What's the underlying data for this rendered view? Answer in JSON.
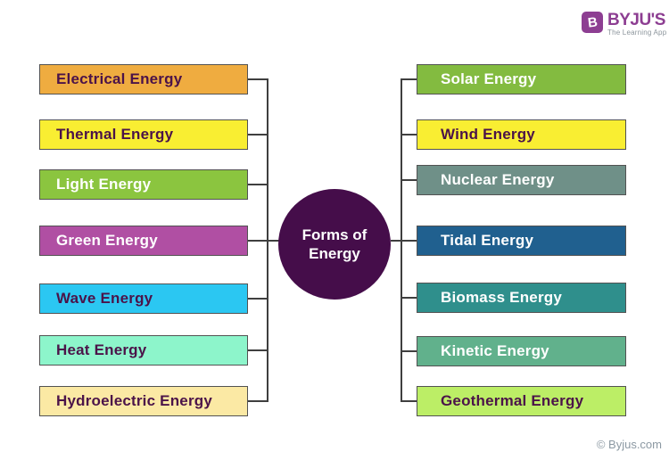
{
  "logo": {
    "brand": "BYJU'S",
    "tagline": "The Learning App",
    "icon_letter": "B",
    "purple": "#8D3E92",
    "tagline_color": "#8C959C"
  },
  "center": {
    "label": "Forms of Energy",
    "bg": "#450D4A",
    "fg": "#FFFFFF"
  },
  "left_items": [
    {
      "label": "Electrical Energy",
      "bg": "#EFAC40",
      "fg": "#4B1349"
    },
    {
      "label": "Thermal Energy",
      "bg": "#F9EE32",
      "fg": "#4B1349"
    },
    {
      "label": "Light Energy",
      "bg": "#8BC53F",
      "fg": "#FFFFFF"
    },
    {
      "label": "Green Energy",
      "bg": "#B04FA3",
      "fg": "#FFFFFF"
    },
    {
      "label": "Wave Energy",
      "bg": "#2BC7F2",
      "fg": "#4B1349"
    },
    {
      "label": "Heat Energy",
      "bg": "#8DF5CB",
      "fg": "#4B1349"
    },
    {
      "label": "Hydroelectric Energy",
      "bg": "#FBE9A4",
      "fg": "#4B1349"
    }
  ],
  "right_items": [
    {
      "label": "Solar Energy",
      "bg": "#83BB40",
      "fg": "#FFFFFF"
    },
    {
      "label": "Wind Energy",
      "bg": "#F9EE32",
      "fg": "#4B1349"
    },
    {
      "label": "Nuclear Energy",
      "bg": "#6F9088",
      "fg": "#FFFFFF"
    },
    {
      "label": "Tidal Energy",
      "bg": "#20608F",
      "fg": "#FFFFFF"
    },
    {
      "label": "Biomass Energy",
      "bg": "#2F8F8C",
      "fg": "#FFFFFF"
    },
    {
      "label": "Kinetic Energy",
      "bg": "#61B18C",
      "fg": "#FFFFFF"
    },
    {
      "label": "Geothermal Energy",
      "bg": "#BCEE66",
      "fg": "#4B1349"
    }
  ],
  "footer": {
    "copyright": "© Byjus.com",
    "color": "#8C99A3"
  },
  "lines": {
    "color": "#3F3F3F",
    "box_border": "#525252"
  }
}
